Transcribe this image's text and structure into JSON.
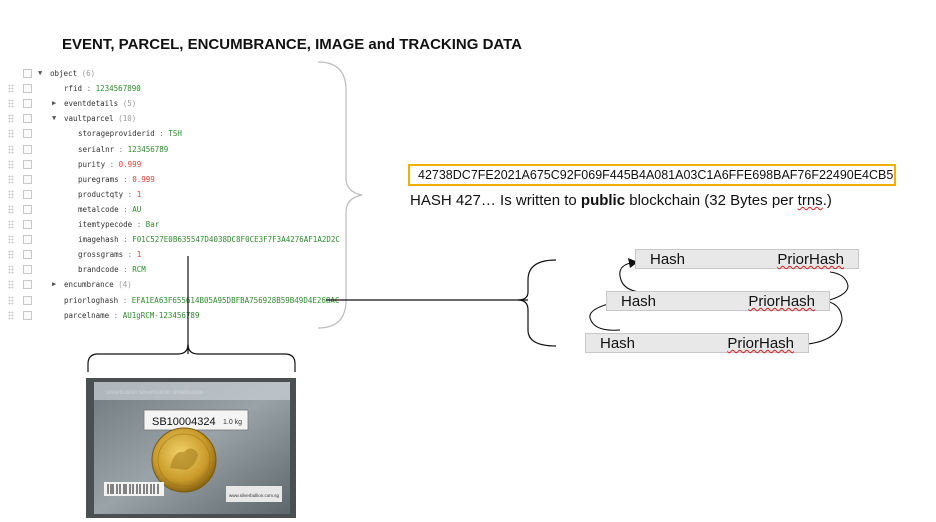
{
  "title": "EVENT, PARCEL, ENCUMBRANCE, IMAGE and TRACKING DATA",
  "tree": {
    "rows": [
      {
        "key": "object",
        "count": "(6)",
        "expand": "down"
      },
      {
        "key": "rfid",
        "value": "1234567890",
        "vtype": "str"
      },
      {
        "key": "eventdetails",
        "count": "(5)",
        "expand": "right"
      },
      {
        "key": "vaultparcel",
        "count": "(10)",
        "expand": "down"
      },
      {
        "key": "storageproviderid",
        "value": "TSH",
        "vtype": "str"
      },
      {
        "key": "serialnr",
        "value": "123456789",
        "vtype": "str"
      },
      {
        "key": "purity",
        "value": "0.999",
        "vtype": "num"
      },
      {
        "key": "puregrams",
        "value": "0.999",
        "vtype": "num"
      },
      {
        "key": "productqty",
        "value": "1",
        "vtype": "num"
      },
      {
        "key": "metalcode",
        "value": "AU",
        "vtype": "str"
      },
      {
        "key": "itemtypecode",
        "value": "Bar",
        "vtype": "str"
      },
      {
        "key": "imagehash",
        "value": "F01C527E0B635547D4038DC8F0CE3F7F3A4276AF1A2D2C",
        "vtype": "str"
      },
      {
        "key": "grossgrams",
        "value": "1",
        "vtype": "num"
      },
      {
        "key": "brandcode",
        "value": "RCM",
        "vtype": "str"
      },
      {
        "key": "encumbrance",
        "count": "(4)",
        "expand": "right"
      },
      {
        "key": "priorloghash",
        "value": "EFA1EA63F655614B05A95DBFBA756928B59B49D4E268AC",
        "vtype": "str"
      },
      {
        "key": "parcelname",
        "value": "AU1gRCM-123456789",
        "vtype": "str"
      }
    ]
  },
  "hash": {
    "value": "42738DC7FE2021A675C92F069F445B4A081A03C1A6FFE698BAF76F22490E4CB5",
    "note_prefix": "HASH 427… Is written to ",
    "note_bold": "public",
    "note_mid": " blockchain (32 Bytes per ",
    "note_spell": "trns",
    "note_suffix": ".)"
  },
  "chain": {
    "blocks": [
      {
        "hash_label": "Hash",
        "prior_label": "PriorHash"
      },
      {
        "hash_label": "Hash",
        "prior_label": "PriorHash"
      },
      {
        "hash_label": "Hash",
        "prior_label": "PriorHash"
      }
    ]
  },
  "photo": {
    "label_code": "SB10004324",
    "label_weight": "1.0 kg",
    "site": "www.silverbullion.com.sg"
  },
  "colors": {
    "accent_border": "#f0b000",
    "string_value": "#2e8b2e",
    "number_value": "#e0403a"
  }
}
